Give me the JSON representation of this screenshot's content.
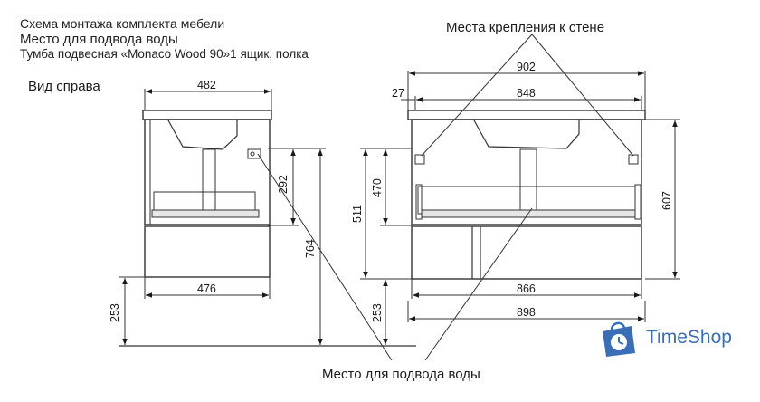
{
  "header": {
    "line1": "Схема монтажа комплекта мебели",
    "line2": "Место для подвода воды",
    "line3": "Тумба подвесная «Monaco Wood 90»1 ящик, полка"
  },
  "view_label": "Вид справа",
  "callouts": {
    "wall_mount": "Места крепления к стене",
    "water_supply": "Место для подвода воды"
  },
  "dimensions": {
    "side_top_width": "482",
    "side_bottom_width": "476",
    "side_drain_height": "292",
    "side_total_height": "764",
    "side_floor_gap": "253",
    "front_top_width": "902",
    "front_inner_width": "848",
    "front_offset": "27",
    "front_body_height": "511",
    "front_drain_height": "470",
    "front_side_height": "607",
    "front_bottom_width": "866",
    "front_overall_bottom": "898",
    "front_floor_gap": "253"
  },
  "logo": {
    "text": "TimeShop",
    "icon": "bag-clock-icon",
    "color": "#3a6fb8"
  }
}
